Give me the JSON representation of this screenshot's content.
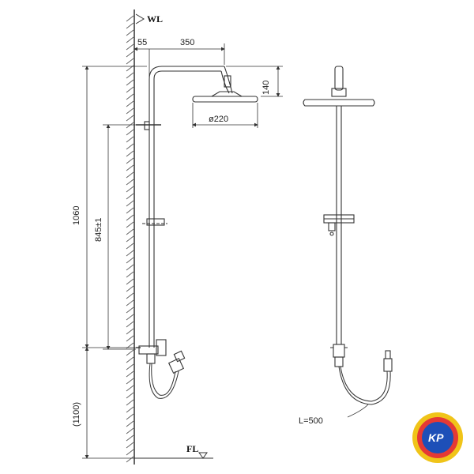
{
  "labels": {
    "wall_level": "WL",
    "floor_level": "FL",
    "dim_wall_offset": "55",
    "dim_arm_length": "350",
    "dim_head_drop": "140",
    "dim_head_diameter": "ø220",
    "dim_total_height": "1060",
    "dim_bracket_spacing": "845±1",
    "dim_mount_height": "(1100)",
    "hose_length": "L=500"
  },
  "logo": {
    "text": "KP",
    "colors": {
      "outer": "#f0c419",
      "ring": "#e53935",
      "inner": "#1d4fb8",
      "text": "#ffffff"
    }
  },
  "colors": {
    "line": "#333333",
    "hatch": "#555555",
    "background": "#ffffff"
  }
}
